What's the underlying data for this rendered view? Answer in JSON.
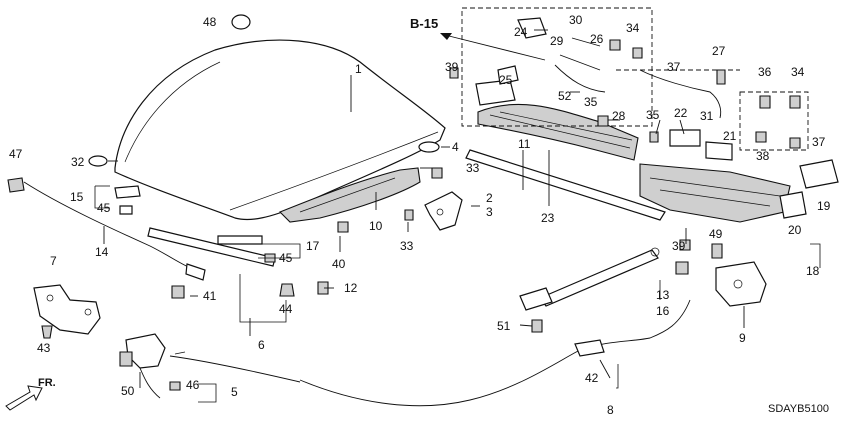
{
  "diagram_code": "SDAYB5100",
  "front_marker": "FR.",
  "reference_label": "B-15",
  "callouts": {
    "c1": "1",
    "c2": "2",
    "c3": "3",
    "c4": "4",
    "c5": "5",
    "c6": "6",
    "c7": "7",
    "c8": "8",
    "c9": "9",
    "c10": "10",
    "c11": "11",
    "c12": "12",
    "c13": "13",
    "c14": "14",
    "c15": "15",
    "c16": "16",
    "c17": "17",
    "c18": "18",
    "c19": "19",
    "c20": "20",
    "c21": "21",
    "c22": "22",
    "c23": "23",
    "c24": "24",
    "c25": "25",
    "c26": "26",
    "c27": "27",
    "c28": "28",
    "c29": "29",
    "c30": "30",
    "c31": "31",
    "c32": "32",
    "c33a": "33",
    "c33b": "33",
    "c34a": "34",
    "c34b": "34",
    "c35a": "35",
    "c35b": "35",
    "c36": "36",
    "c37a": "37",
    "c37b": "37",
    "c38": "38",
    "c39a": "39",
    "c39b": "39",
    "c40": "40",
    "c41": "41",
    "c42": "42",
    "c43": "43",
    "c44": "44",
    "c45a": "45",
    "c45b": "45",
    "c46": "46",
    "c47": "47",
    "c48": "48",
    "c49": "49",
    "c50": "50",
    "c51": "51",
    "c52": "52"
  }
}
